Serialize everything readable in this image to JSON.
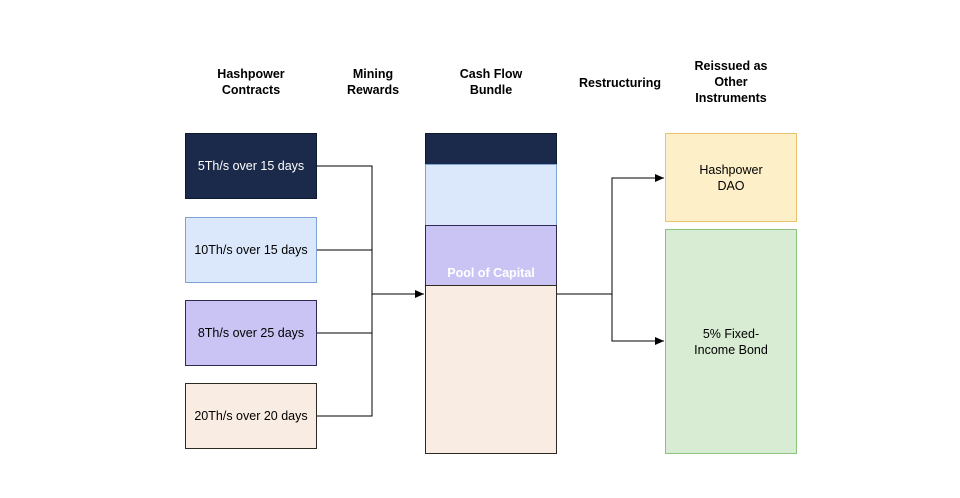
{
  "headers": {
    "hashpower_contracts": "Hashpower\nContracts",
    "mining_rewards": "Mining\nRewards",
    "cash_flow_bundle": "Cash Flow\nBundle",
    "restructuring": "Restructuring",
    "reissued": "Reissued as\nOther\nInstruments"
  },
  "contracts": [
    {
      "label": "5Th/s over 15 days",
      "color": "#1b2a4a"
    },
    {
      "label": "10Th/s over 15 days",
      "color": "#dbe8fb"
    },
    {
      "label": "8Th/s over 25 days",
      "color": "#c9c4f4"
    },
    {
      "label": "20Th/s over 20 days",
      "color": "#f8ece3"
    }
  ],
  "bundle": {
    "pool_label": "Pool of Capital"
  },
  "instruments": [
    {
      "label": "Hashpower\nDAO",
      "color": "#fdf0c8"
    },
    {
      "label": "5% Fixed-\nIncome Bond",
      "color": "#d7ecd2"
    }
  ]
}
